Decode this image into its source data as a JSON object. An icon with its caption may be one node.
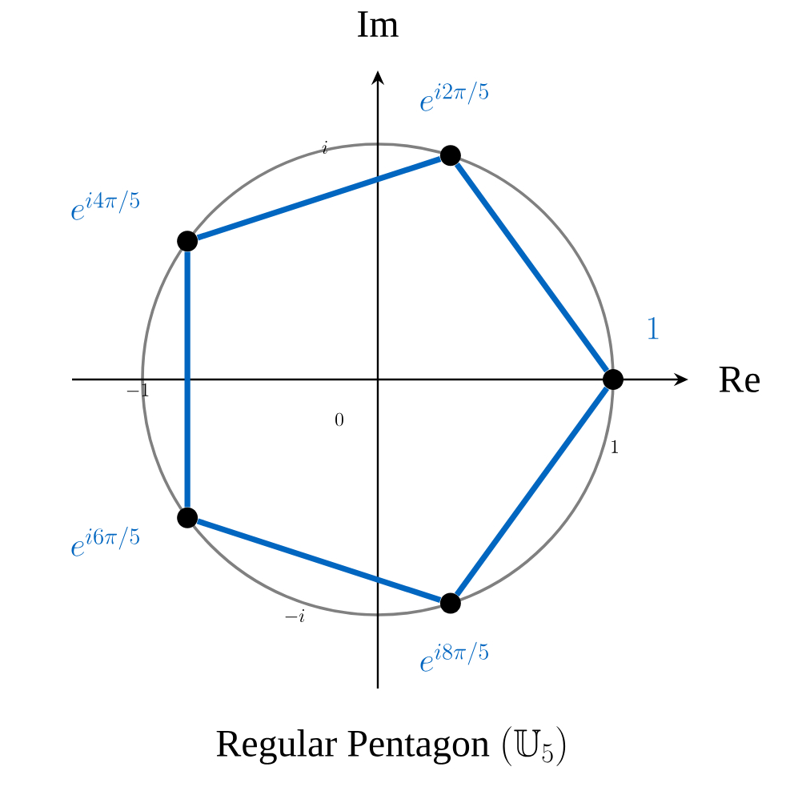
{
  "diagram": {
    "caption": "\\text{Regular Pentagon }(\\mathbb{U}_5)",
    "nodes": [
      {
        "text": [],
        "shape": "circle",
        "beside": [
          "1"
        ]
      },
      {
        "text": [],
        "shape": "circle",
        "beside": [
          "e^{i2\\pi/5}"
        ]
      },
      {
        "text": [],
        "shape": "circle",
        "beside": [
          "e^{i4\\pi/5}"
        ]
      },
      {
        "text": [],
        "shape": "circle",
        "beside": [
          "e^{i6\\pi/5}"
        ]
      },
      {
        "text": [],
        "shape": "circle",
        "beside": [
          "e^{i8\\pi/5}"
        ]
      }
    ],
    "edges": [
      {
        "from": 0,
        "to": 1,
        "arrow": "none"
      },
      {
        "from": 1,
        "to": 2,
        "arrow": "none"
      },
      {
        "from": 2,
        "to": 3,
        "arrow": "none"
      },
      {
        "from": 3,
        "to": 4,
        "arrow": "none"
      },
      {
        "from": 4,
        "to": 0,
        "arrow": "none"
      }
    ],
    "labels": [
      "\\mathrm{Im}",
      "\\mathrm{Re}",
      "i",
      "-1",
      "0",
      "1",
      "-i"
    ]
  }
}
